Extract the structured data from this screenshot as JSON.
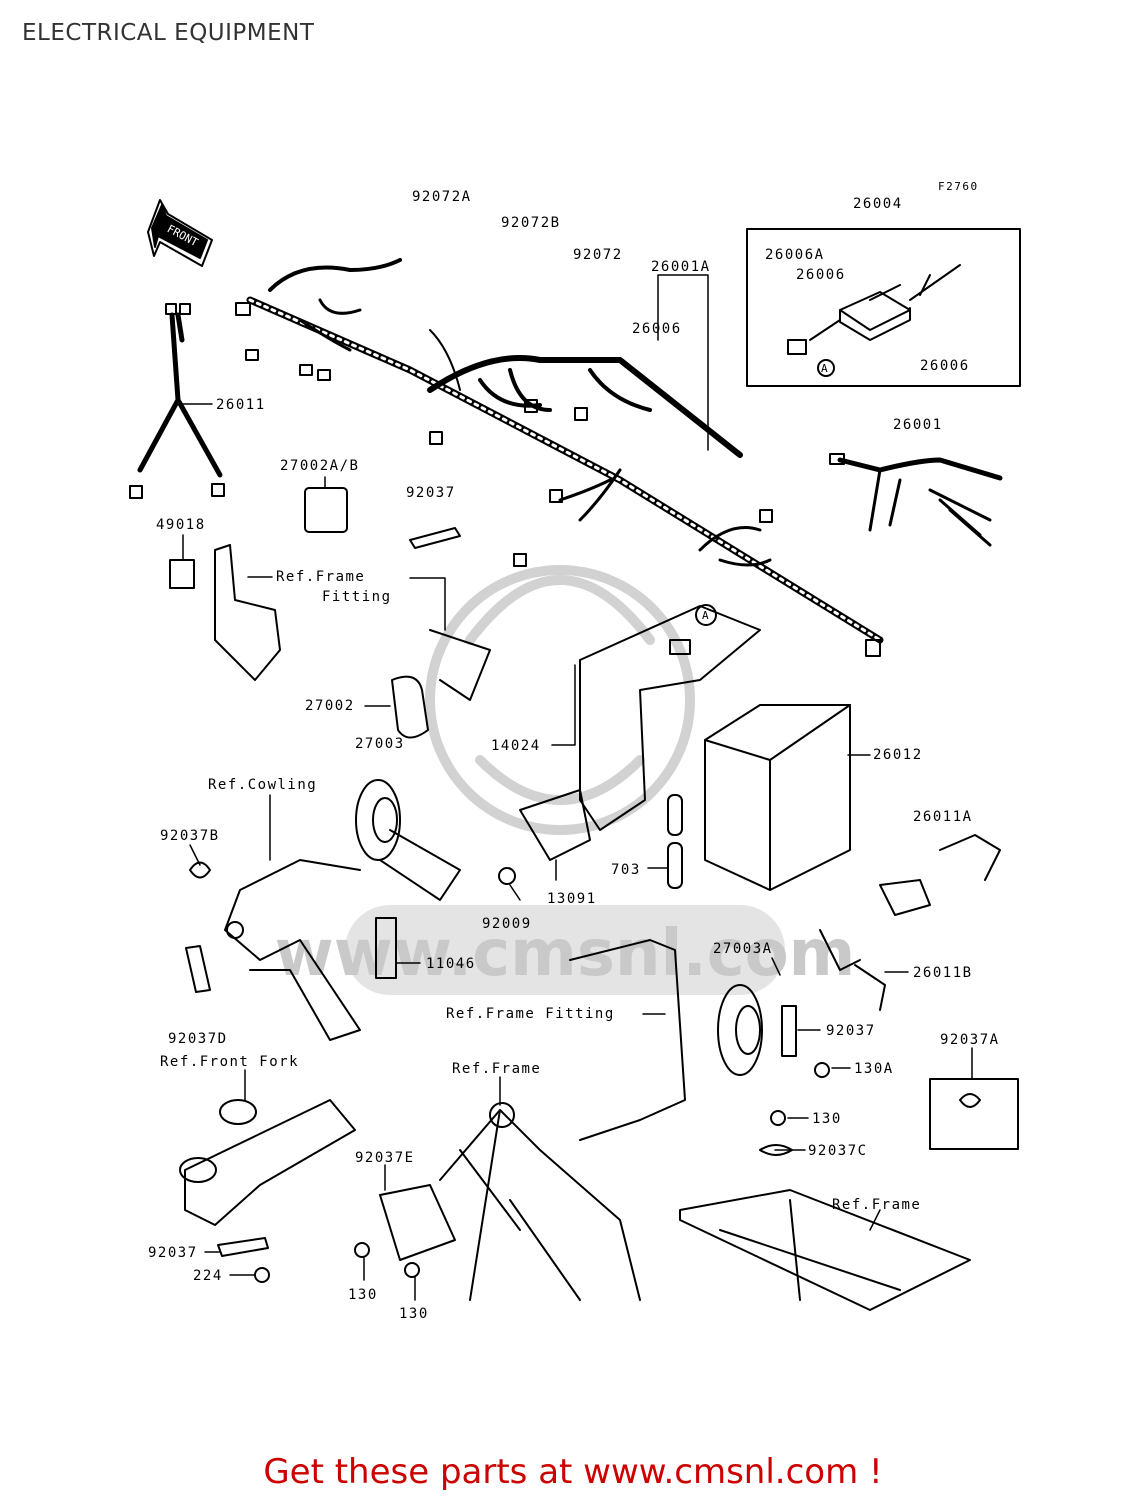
{
  "page_title": "ELECTRICAL EQUIPMENT",
  "figure_code": "F2760",
  "front_label": "FRONT",
  "watermark": "www.cmsnl.com",
  "footer": "Get these parts at www.cmsnl.com !",
  "callouts": [
    "92072A",
    "92072B",
    "92072",
    "26001A",
    "26006",
    "26004",
    "26006A",
    "26006",
    "26006",
    "A",
    "26011",
    "26001",
    "27002A/B",
    "92037",
    "49018",
    "Ref.Frame",
    "Fitting",
    "A",
    "27002",
    "27003",
    "14024",
    "26012",
    "Ref.Cowling",
    "92037B",
    "26011A",
    "703",
    "13091",
    "92009",
    "11046",
    "27003A",
    "26011B",
    "92037D",
    "Ref.Frame Fitting",
    "92037",
    "Ref.Front Fork",
    "Ref.Frame",
    "130A",
    "92037A",
    "130",
    "92037E",
    "92037C",
    "Ref.Frame",
    "92037",
    "224",
    "130",
    "130"
  ]
}
